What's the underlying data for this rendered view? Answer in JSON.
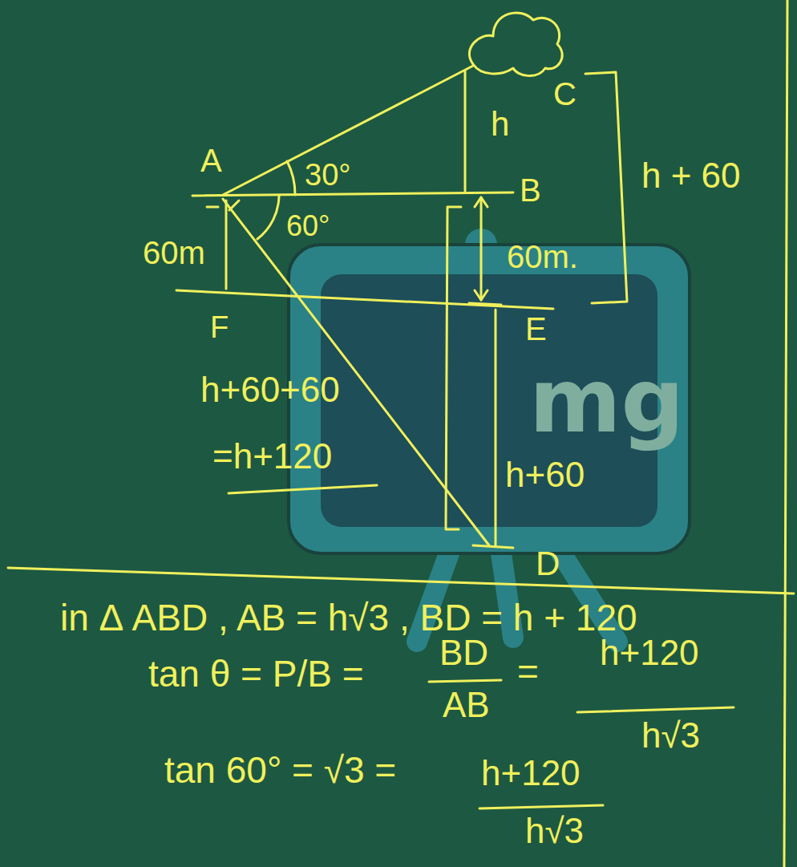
{
  "diagram": {
    "labels": [
      "A",
      "30°",
      "h",
      "C",
      "B",
      "h + 60",
      "60°",
      "60m",
      "60m.",
      "F",
      "E",
      "mg",
      "h+60+60",
      "=h+120",
      "h+60",
      "D",
      "in Δ ABD , AB = h√3 , BD = h + 120",
      "tan θ = P/B =",
      "BD",
      "AB",
      "=",
      "h+120",
      "h√3",
      "tan 60° = √3 =",
      "h+120",
      "h√3"
    ]
  }
}
